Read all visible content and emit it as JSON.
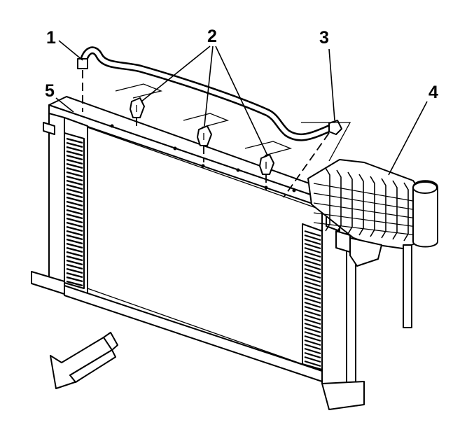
{
  "callouts": {
    "c1": "1",
    "c2": "2",
    "c3": "3",
    "c4": "4",
    "c5": "5"
  },
  "colors": {
    "ink": "#000000",
    "paper": "#ffffff"
  },
  "icons": {
    "direction": "front-arrow-icon"
  }
}
